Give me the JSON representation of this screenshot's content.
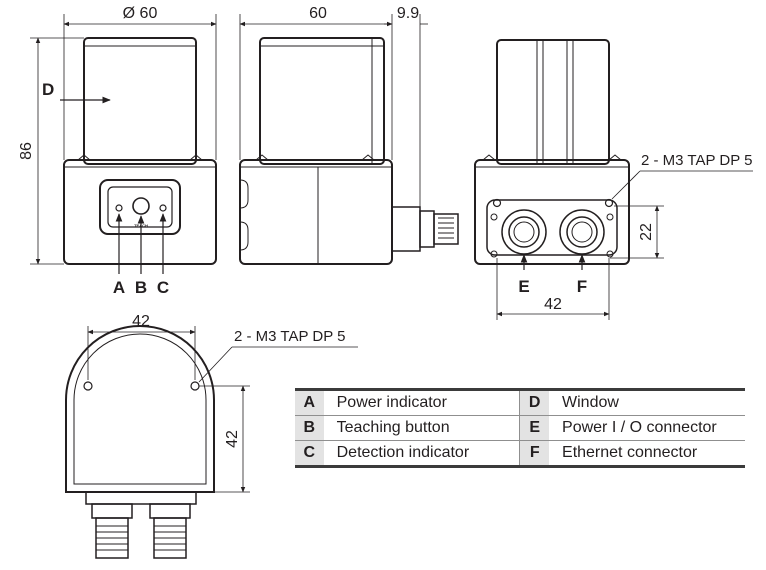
{
  "dimensions": {
    "front_width": "Ø 60",
    "height": "86",
    "side_width": "60",
    "connector_protrusion": "9.9",
    "rear_holes_height": "22",
    "rear_holes_width": "42",
    "top_holes_width": "42",
    "top_depth": "42"
  },
  "callouts": {
    "A": "A",
    "B": "B",
    "C": "C",
    "D": "D",
    "E": "E",
    "F": "F",
    "teach_label": "TEACH"
  },
  "notes": {
    "rear_tap": "2 - M3 TAP DP 5",
    "top_tap": "2 - M3 TAP DP 5"
  },
  "legend": [
    {
      "left_key": "A",
      "left_desc": "Power indicator",
      "right_key": "D",
      "right_desc": "Window"
    },
    {
      "left_key": "B",
      "left_desc": "Teaching button",
      "right_key": "E",
      "right_desc": "Power I / O connector"
    },
    {
      "left_key": "C",
      "left_desc": "Detection indicator",
      "right_key": "F",
      "right_desc": "Ethernet connector"
    }
  ]
}
